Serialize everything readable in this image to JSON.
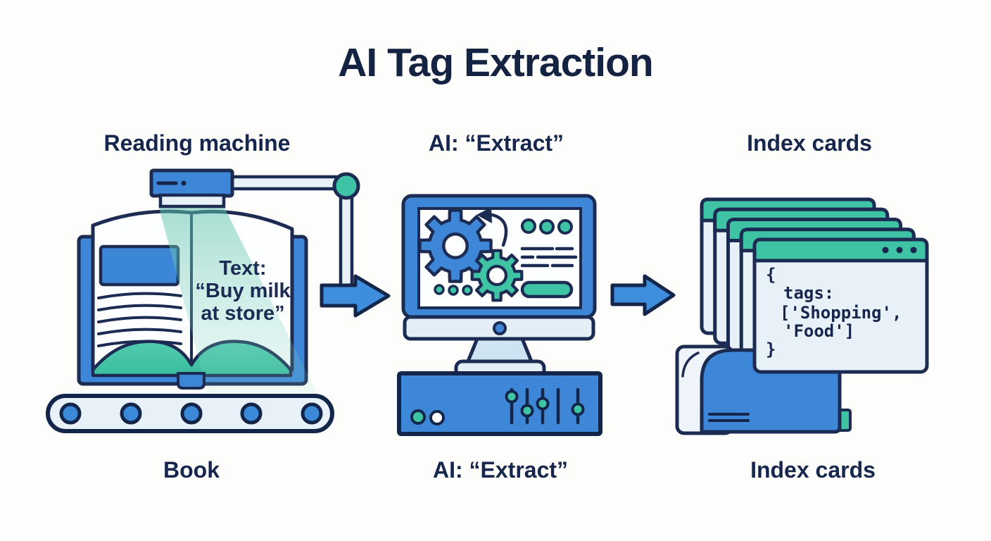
{
  "title": "AI Tag Extraction",
  "headings": {
    "reading_machine": "Reading machine",
    "ai_extract": "AI: “Extract”",
    "index_cards": "Index cards"
  },
  "captions": {
    "book": "Book",
    "ai_extract": "AI: “Extract”",
    "index_cards": "Index cards"
  },
  "book": {
    "text_lines": [
      "Text:",
      "“Buy milk",
      "at store”"
    ]
  },
  "card": {
    "code_lines": [
      "{",
      "tags:",
      "['Shopping',",
      "'Food']",
      "}"
    ]
  },
  "colors": {
    "navy": "#1b2b52",
    "blue": "#3e87d8",
    "teal": "#3fc3a5",
    "light": "#e9f1f8",
    "background": "#fdfdfc"
  }
}
